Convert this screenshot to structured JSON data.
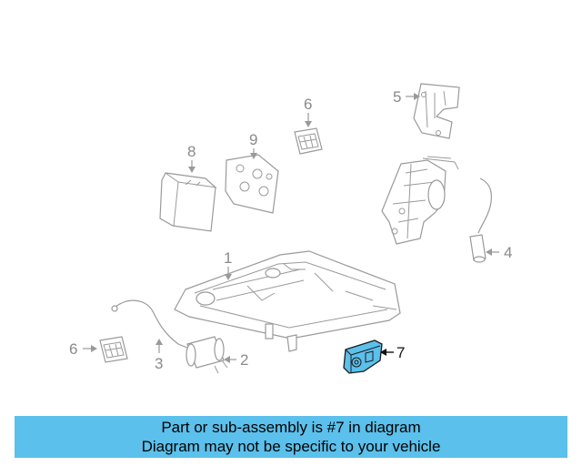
{
  "diagram": {
    "callouts": [
      "1",
      "2",
      "3",
      "4",
      "5",
      "6",
      "6",
      "7",
      "8",
      "9"
    ],
    "highlighted_part": "7",
    "colors": {
      "highlight": "#5bc0eb",
      "lines": "#9a9a9a",
      "text": "#8a8a8a"
    }
  },
  "banner": {
    "line1": "Part or sub-assembly is #7 in diagram",
    "line2": "Diagram may not be specific to your vehicle",
    "background": "#5bc0eb"
  }
}
